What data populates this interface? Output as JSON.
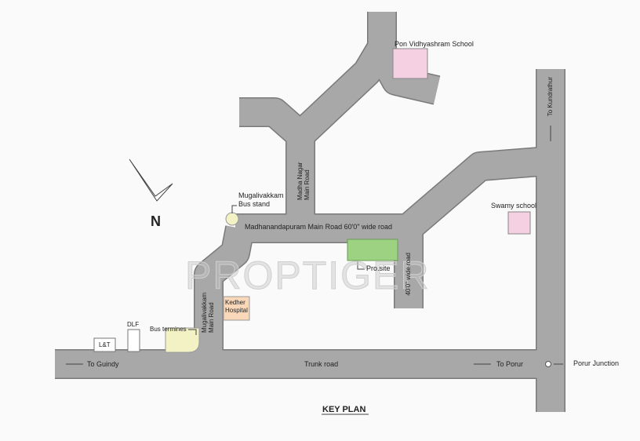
{
  "title": "KEY PLAN",
  "watermark": "PROPTIGER",
  "north": "N",
  "colors": {
    "road": "#a8a8a8",
    "road_edge": "#7a7a7a",
    "project_site": "#9ed283",
    "school": "#f5d0e2",
    "hospital": "#f8d8b8",
    "bus": "#f2f2c4"
  },
  "labels": {
    "pon_school": "Pon Vidhyashram School",
    "swamy_school": "Swamy school",
    "to_kundrathur": "To Kundrathur",
    "madha_nagar": "Madha Nagar Main Road",
    "bus_stand": "Mugalivakkam Bus stand",
    "madhanandapuram": "Madhanandapuram Main Road  60'0\" wide road",
    "pro_site": "Pro.site",
    "wide_40": "40'0\" wide road",
    "mugalivakkam_road": "Mugalivakkam Main Road",
    "kedher": "Kedher Hospital",
    "bus_termines": "Bus termines",
    "dlf": "DLF",
    "lt": "L&T",
    "to_guindy": "To Guindy",
    "trunk": "Trunk road",
    "to_porur": "To Porur",
    "porur_junction": "Porur Junction"
  }
}
